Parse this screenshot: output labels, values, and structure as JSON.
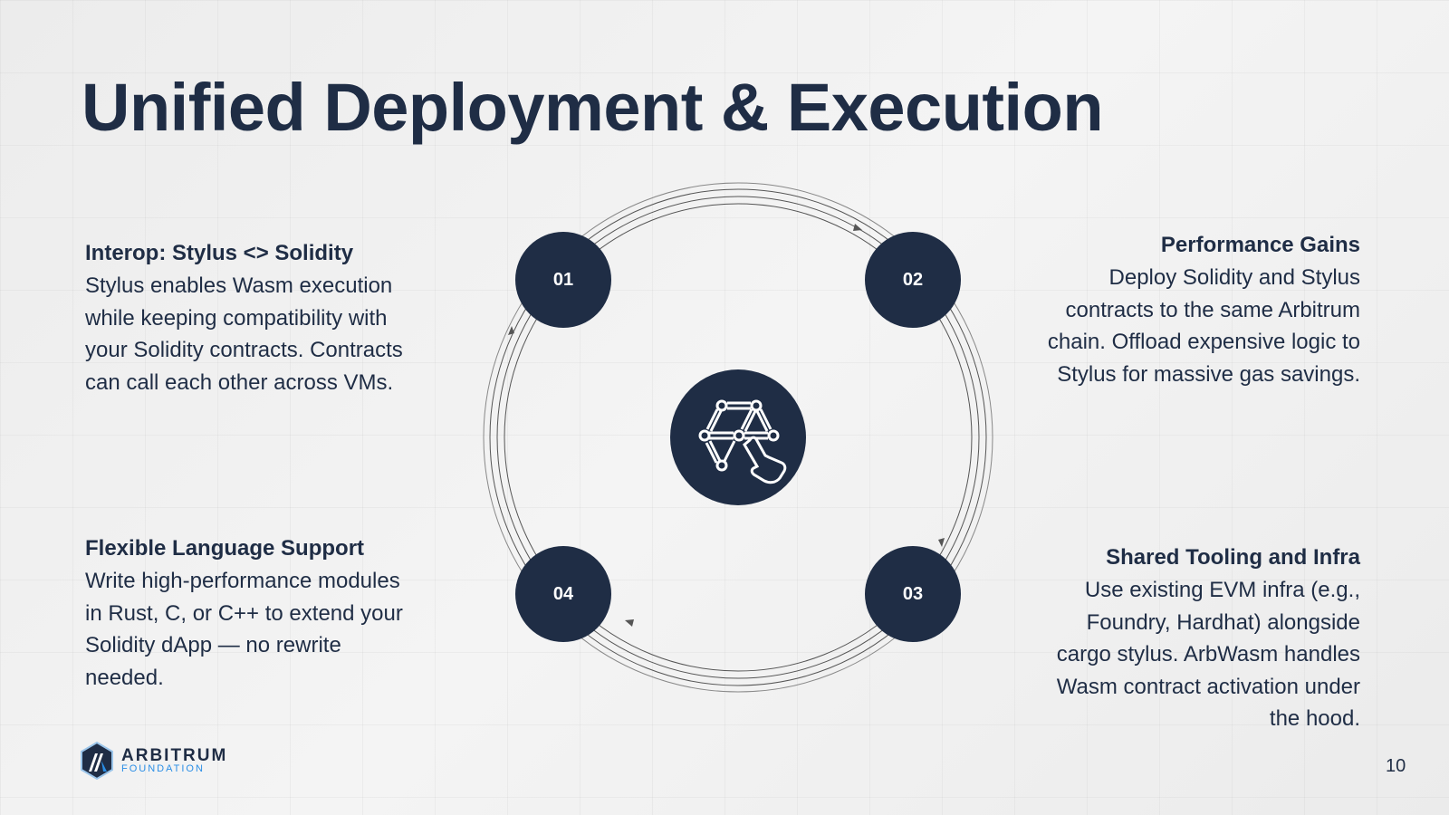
{
  "title": "Unified Deployment & Execution",
  "steps": [
    "01",
    "02",
    "03",
    "04"
  ],
  "blocks": {
    "interop": {
      "heading": "Interop: Stylus <> Solidity",
      "body": "Stylus enables Wasm execution while keeping compatibility with your Solidity contracts. Contracts can call each other across VMs."
    },
    "performance": {
      "heading": "Performance Gains",
      "body": "Deploy Solidity and Stylus contracts to the same Arbitrum chain. Offload expensive logic to Stylus for massive gas savings."
    },
    "tooling": {
      "heading": "Shared Tooling and Infra",
      "body": "Use existing EVM infra (e.g., Foundry, Hardhat) alongside cargo stylus. ArbWasm handles Wasm contract activation under the hood."
    },
    "language": {
      "heading": "Flexible Language Support",
      "body": "Write high-performance modules in Rust, C, or C++ to extend your Solidity dApp — no rewrite needed."
    }
  },
  "logo": {
    "name": "ARBITRUM",
    "sub": "FOUNDATION"
  },
  "page_number": "10",
  "colors": {
    "navy": "#1f2d45",
    "accent": "#2a8ee6"
  }
}
